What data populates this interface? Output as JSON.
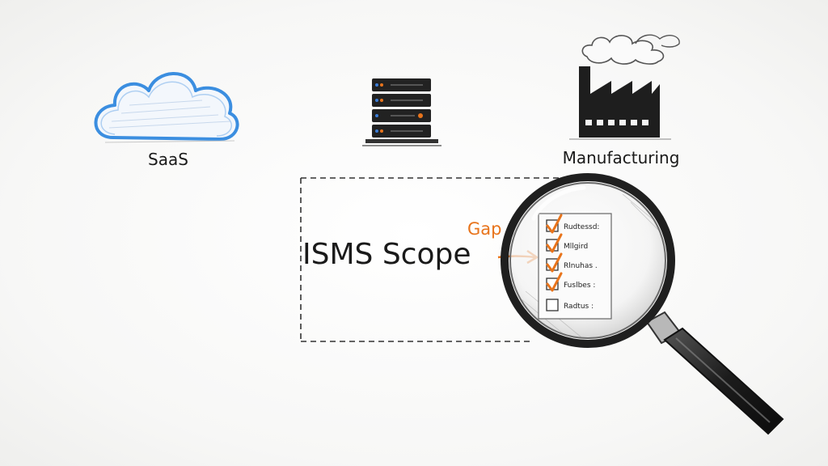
{
  "icons": {
    "saas_label": "SaaS",
    "manufacturing_label": "Manufacturing"
  },
  "scope": {
    "title": "ISMS Scope",
    "gap_label": "Gap"
  },
  "checklist": {
    "items": [
      {
        "label": "Rudtessd:",
        "checked": true
      },
      {
        "label": "Mllgird",
        "checked": true
      },
      {
        "label": "Rlnuhas .",
        "checked": true
      },
      {
        "label": "Fuslbes :",
        "checked": true
      },
      {
        "label": "Radtus :",
        "checked": false
      }
    ]
  },
  "colors": {
    "ink": "#1a1a1a",
    "accent": "#e8741c",
    "cloud": "#3b8ee0",
    "server_led_blue": "#3b7dd8",
    "server_led_orange": "#e8741c"
  }
}
